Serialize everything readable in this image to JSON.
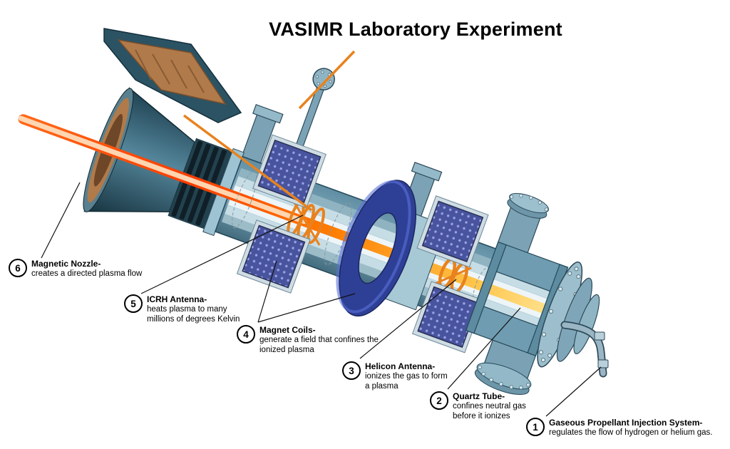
{
  "title": "VASIMR Laboratory Experiment",
  "callouts": [
    {
      "number": "1",
      "title": "Gaseous Propellant Injection System-",
      "desc": "regulates the flow of hydrogen or helium gas."
    },
    {
      "number": "2",
      "title": "Quartz Tube-",
      "desc": "confines neutral gas before it ionizes"
    },
    {
      "number": "3",
      "title": "Helicon Antenna-",
      "desc": "ionizes the gas to form a plasma"
    },
    {
      "number": "4",
      "title": "Magnet Coils-",
      "desc": "generate a field that confines the ionized plasma"
    },
    {
      "number": "5",
      "title": "ICRH Antenna-",
      "desc": "heats plasma to many millions of degrees Kelvin"
    },
    {
      "number": "6",
      "title": "Magnetic Nozzle-",
      "desc": "creates a directed plasma flow"
    }
  ],
  "colors": {
    "background": "#ffffff",
    "text": "#000000",
    "steel_blue": "#6f9cb0",
    "steel_light": "#c6dde6",
    "navy_coil": "#2e3f96",
    "coil_panel": "#49549e",
    "antenna_orange": "#e8821e",
    "plasma_red": "#f93c00",
    "plasma_yellow": "#ffd95e",
    "copper": "#b07a4a"
  }
}
